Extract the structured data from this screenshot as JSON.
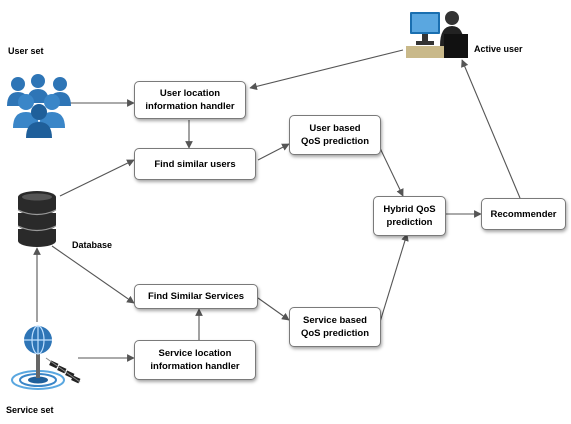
{
  "labels": {
    "user_set": "User set",
    "active_user": "Active user",
    "database": "Database",
    "service_set": "Service set"
  },
  "nodes": {
    "user_location_handler": "User location\ninformation handler",
    "find_similar_users": "Find similar users",
    "user_based_qos": "User based\nQoS prediction",
    "hybrid_qos": "Hybrid QoS\nprediction",
    "recommender": "Recommender",
    "find_similar_services": "Find Similar Services",
    "service_based_qos": "Service based\nQoS prediction",
    "service_location_handler": "Service location\ninformation handler"
  },
  "icons": {
    "user_set": "users-group-icon",
    "active_user": "person-at-computer-icon",
    "database": "database-icon",
    "service_set": "web-service-globe-icon"
  },
  "colors": {
    "users_blue": "#2e75b6",
    "arrow": "#555555",
    "db_dark": "#2a2a2a"
  }
}
